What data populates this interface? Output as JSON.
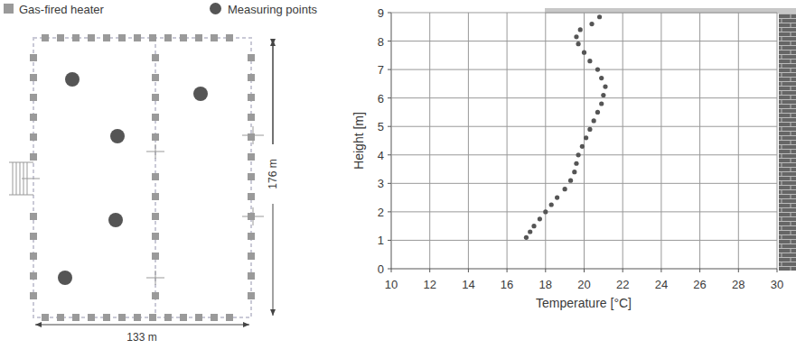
{
  "diagram": {
    "labels": [
      "176 m",
      "133 m",
      "Height [m]",
      "Temperature [°C]",
      "0",
      "1",
      "2",
      "3",
      "4",
      "5",
      "6",
      "7",
      "8",
      "9",
      "10",
      "12",
      "14",
      "16",
      "18",
      "20",
      "22",
      "24",
      "26",
      "28",
      "30"
    ],
    "legend": [
      {
        "text": "Gas-fired heater",
        "color": "#9a9a9a"
      },
      {
        "text": "Measuring points"
      }
    ]
  }
}
